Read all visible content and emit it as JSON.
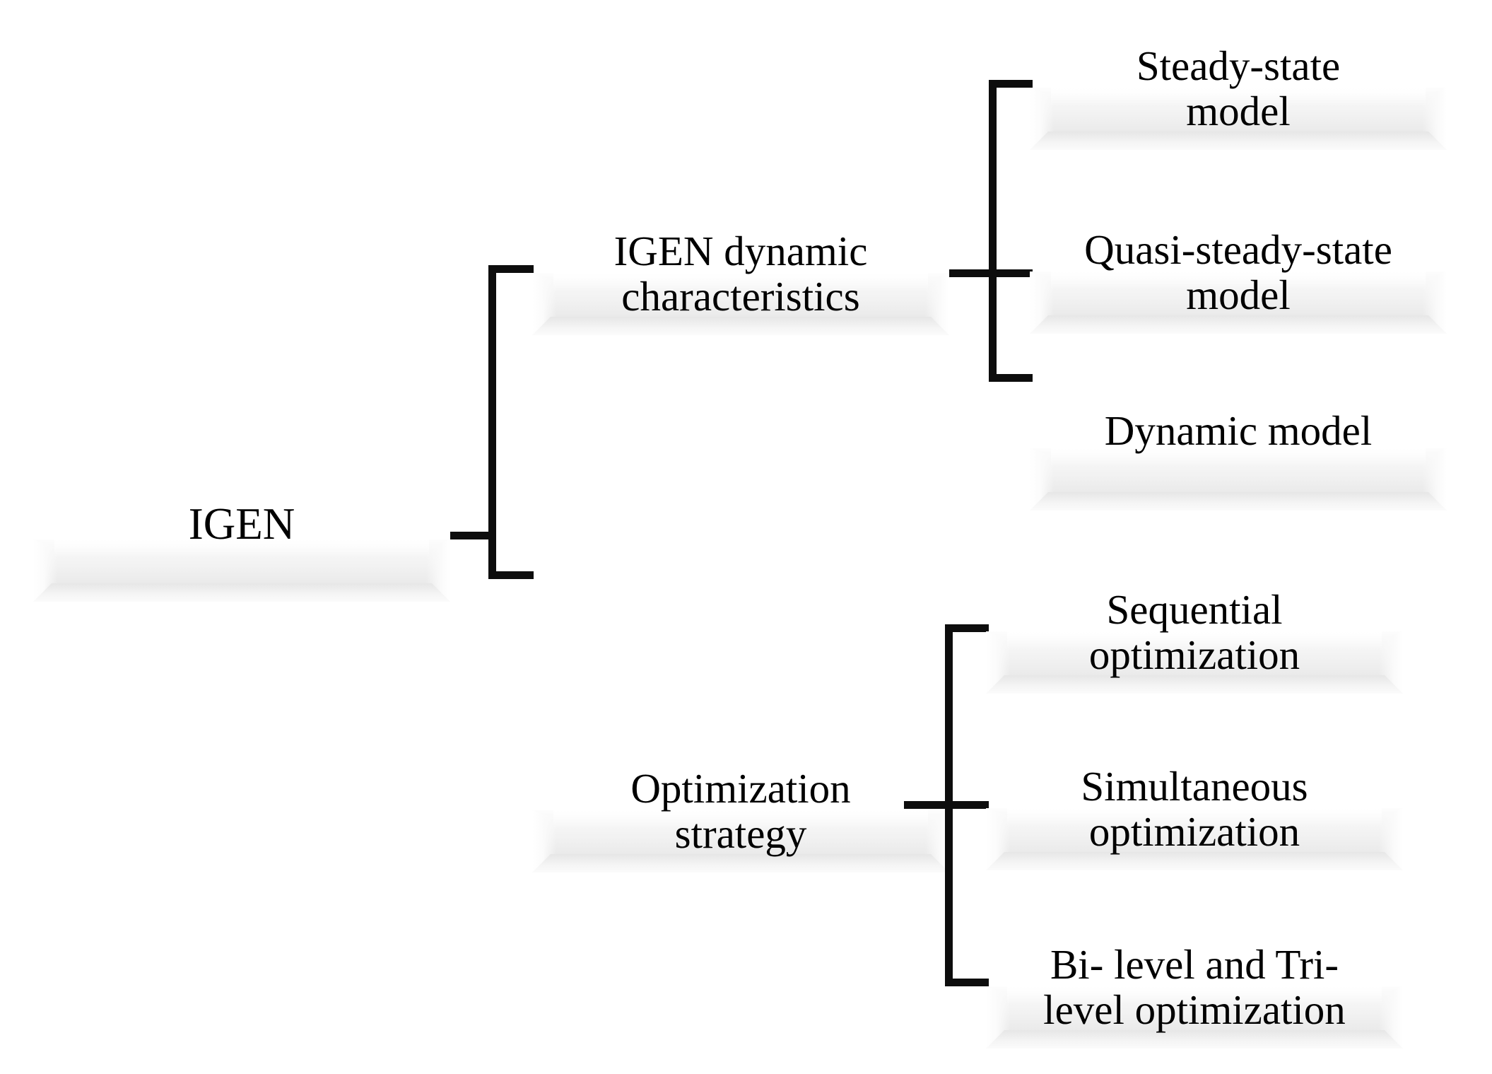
{
  "diagram": {
    "title": "IGEN taxonomy tree",
    "background_color": "#ffffff",
    "line_color": "#0d0d0d",
    "box_fill_light": "#fdfdfd",
    "box_fill_dark": "#dedede",
    "text_color": "#000000"
  },
  "nodes": {
    "root": {
      "label": "IGEN"
    },
    "branch_dynamic": {
      "label": "IGEN dynamic\ncharacteristics"
    },
    "branch_optimization": {
      "label": "Optimization\nstrategy"
    },
    "leaf_steady_state": {
      "label": "Steady-state\nmodel"
    },
    "leaf_quasi_steady_state": {
      "label": "Quasi-steady-state\nmodel"
    },
    "leaf_dynamic_model": {
      "label": "Dynamic model"
    },
    "leaf_sequential": {
      "label": "Sequential\noptimization"
    },
    "leaf_simultaneous": {
      "label": "Simultaneous\noptimization"
    },
    "leaf_bi_tri_level": {
      "label": "Bi- level and Tri-\nlevel optimization"
    }
  },
  "tree": {
    "root_label": "IGEN",
    "children": [
      {
        "label": "IGEN dynamic characteristics",
        "children": [
          "Steady-state model",
          "Quasi-steady-state model",
          "Dynamic model"
        ]
      },
      {
        "label": "Optimization strategy",
        "children": [
          "Sequential optimization",
          "Simultaneous optimization",
          "Bi- level and Tri-level optimization"
        ]
      }
    ]
  }
}
